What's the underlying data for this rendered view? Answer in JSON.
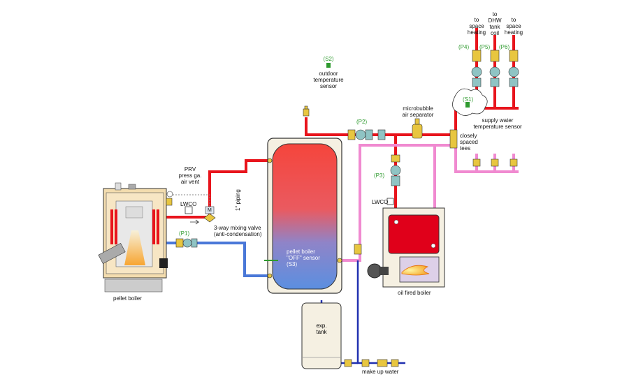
{
  "labels": {
    "to_space_heating_left": [
      "to",
      "space",
      "heating"
    ],
    "to_dhw": [
      "to",
      "DHW",
      "tank",
      "coil"
    ],
    "to_space_heating_right": [
      "to",
      "space",
      "heating"
    ],
    "p4": "(P4)",
    "p5": "(P5)",
    "p6": "(P6)",
    "s1": "(S1)",
    "s2": "(S2)",
    "outdoor_sensor": [
      "outdoor",
      "temperature",
      "sensor"
    ],
    "p2": "(P2)",
    "microbubble": [
      "microbubble",
      "air separator"
    ],
    "supply_sensor": [
      "supply water",
      "temperature sensor"
    ],
    "closely_spaced": [
      "closely",
      "spaced",
      "tees"
    ],
    "p3": "(P3)",
    "lwco_right": "LWCO",
    "lwco_left": "LWCO",
    "prv": [
      "PRV",
      "press ga.",
      "air vent"
    ],
    "p1": "(P1)",
    "piping": "1\" piping",
    "mixing_valve": [
      "3-way mixing valve",
      "(anti-condensation)"
    ],
    "mixing_valve_m": "M",
    "pellet_off_sensor": [
      "pellet boiler",
      "\"OFF\" sensor",
      "(S3)"
    ],
    "pellet_boiler": "pellet boiler",
    "oil_boiler": "oil fired boiler",
    "exp_tank": [
      "exp.",
      "tank"
    ],
    "make_up_water": "make up water"
  },
  "colors": {
    "hot": "#e8141c",
    "return_pink": "#f08ad0",
    "cold_blue": "#4a78d8",
    "make_up_blue": "#2030b0",
    "valve_yellow": "#e8c640",
    "pump_teal": "#8fc4c4",
    "sensor_green": "#2e9a2e",
    "boiler_red": "#e0001a",
    "flame_orange": "#f7a531"
  }
}
